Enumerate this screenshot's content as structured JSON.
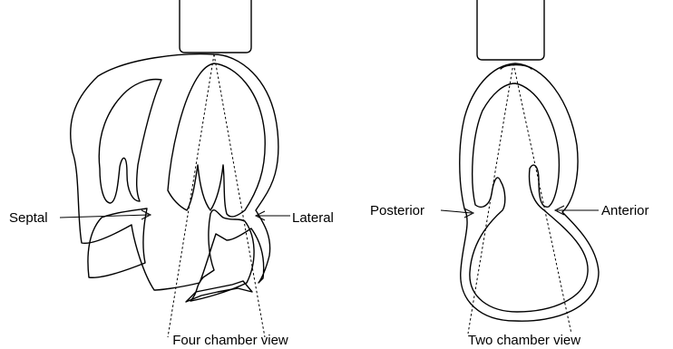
{
  "four_chamber": {
    "caption": "Four chamber view",
    "label_septal": "Septal",
    "label_lateral": "Lateral"
  },
  "two_chamber": {
    "caption": "Two chamber view",
    "label_posterior": "Posterior",
    "label_anterior": "Anterior"
  },
  "colors": {
    "stroke": "#000000",
    "background": "#ffffff"
  }
}
